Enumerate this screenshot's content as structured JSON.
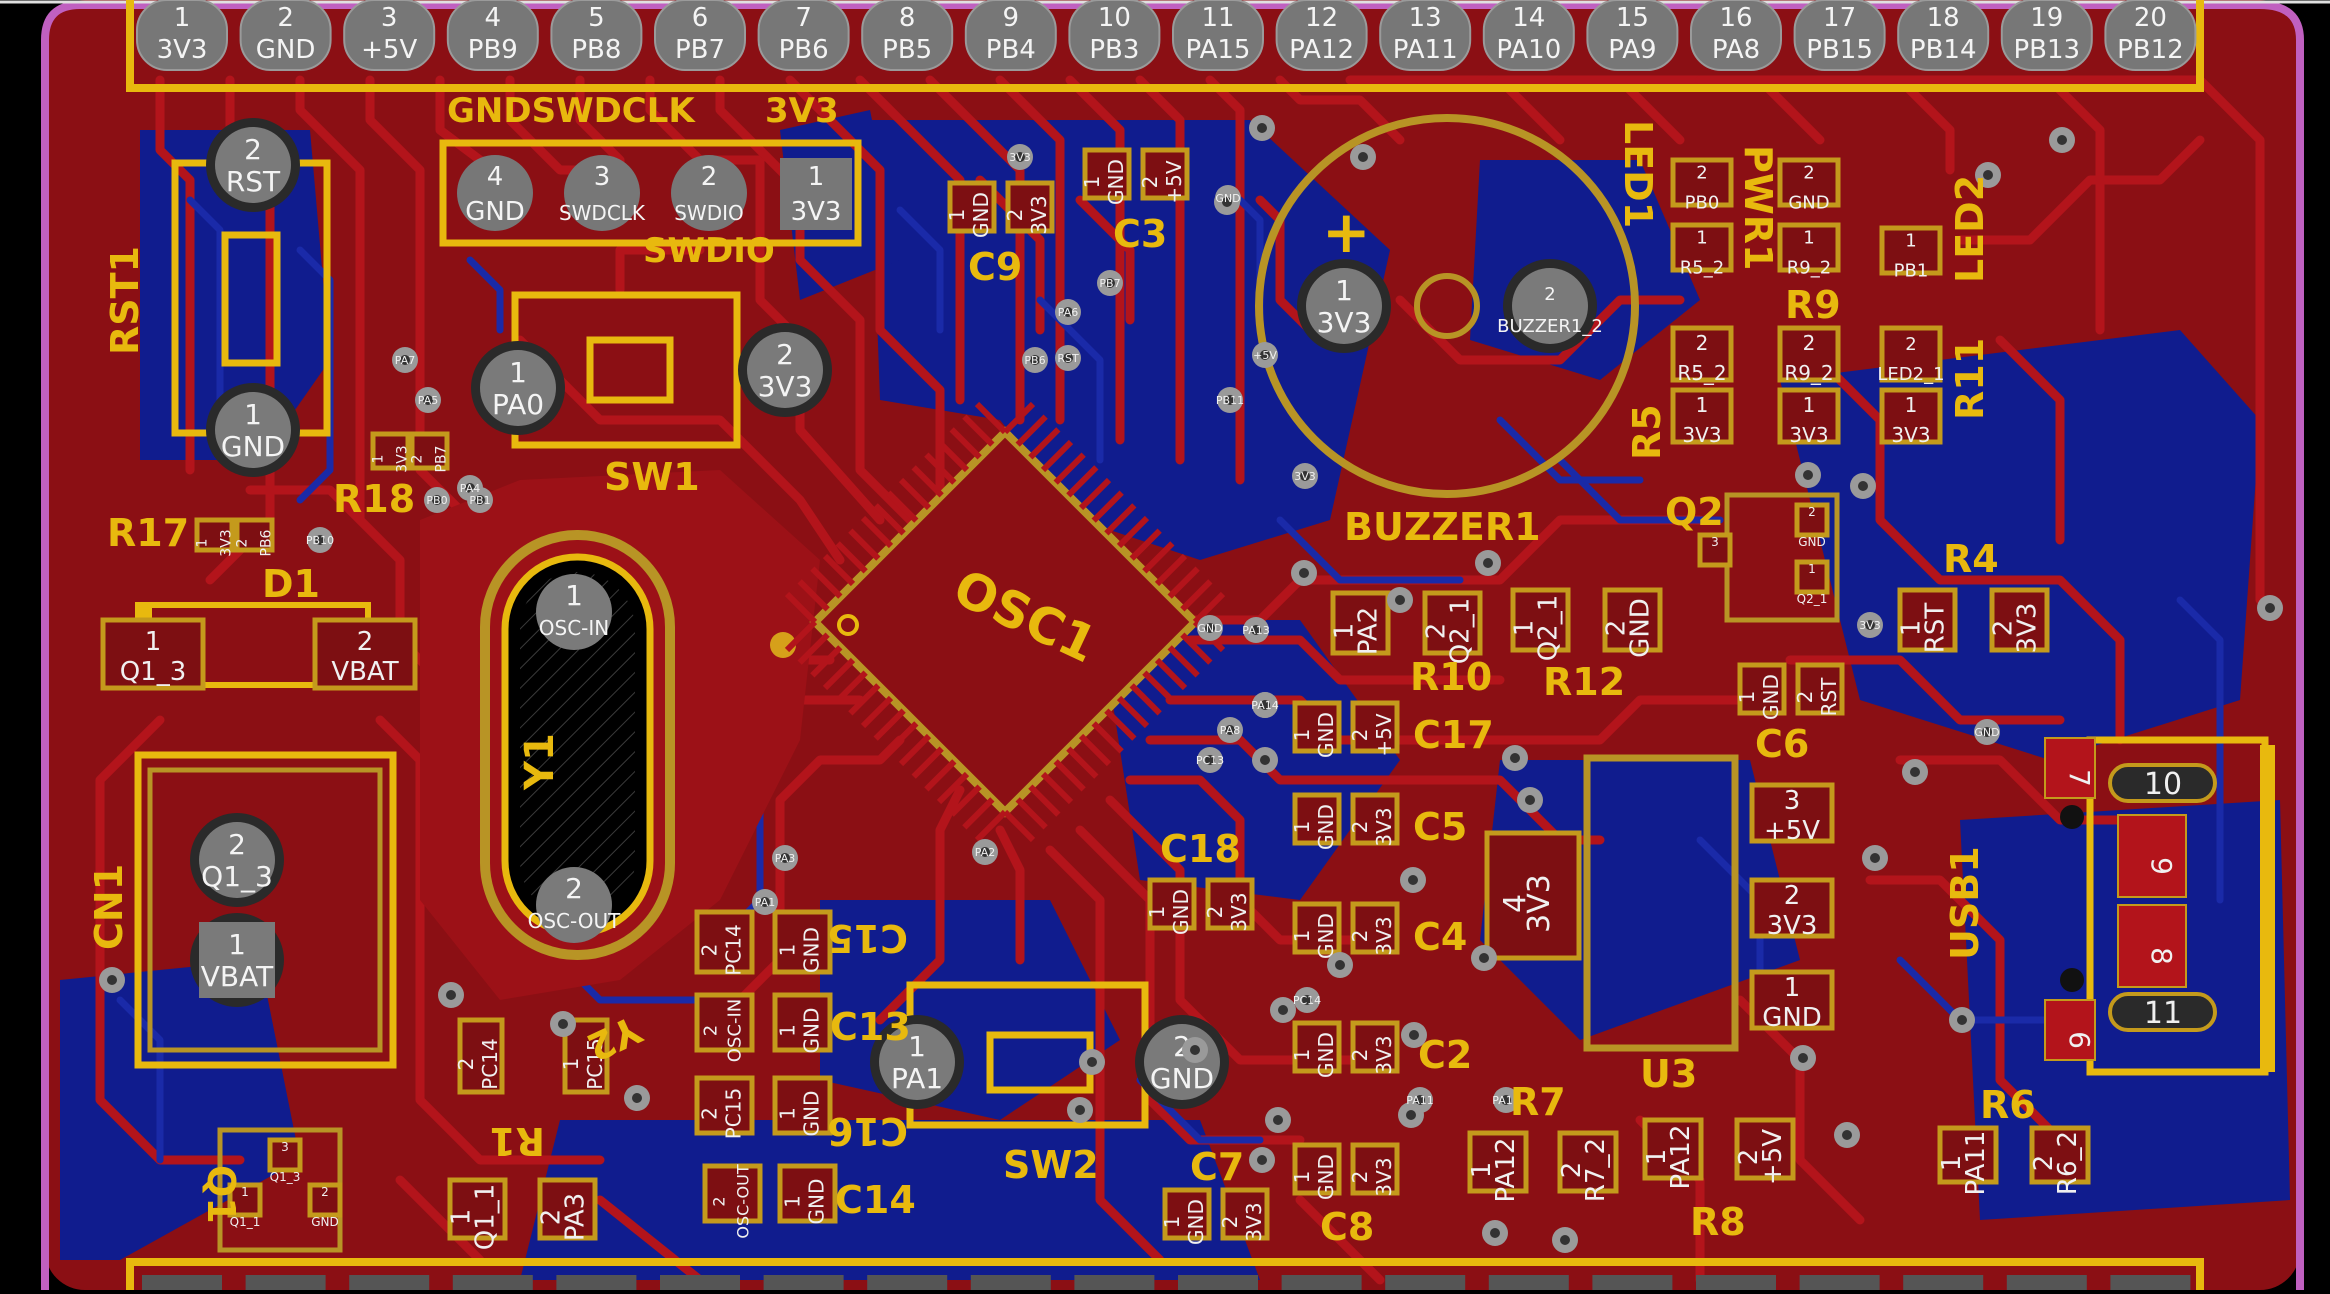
{
  "colors": {
    "background": "#000000",
    "board_fill": "#8b0f14",
    "front_copper": "#b3141b",
    "back_copper": "#101c8e",
    "silkscreen": "#e8b90e",
    "pad_fill": "#7d0f12",
    "pad_outline": "#b89425",
    "tht_pad": "#7a7a7a",
    "outline": "#c060c0"
  },
  "header": {
    "pins": [
      {
        "num": "1",
        "net": "3V3"
      },
      {
        "num": "2",
        "net": "GND"
      },
      {
        "num": "3",
        "net": "+5V"
      },
      {
        "num": "4",
        "net": "PB9"
      },
      {
        "num": "5",
        "net": "PB8"
      },
      {
        "num": "6",
        "net": "PB7"
      },
      {
        "num": "7",
        "net": "PB6"
      },
      {
        "num": "8",
        "net": "PB5"
      },
      {
        "num": "9",
        "net": "PB4"
      },
      {
        "num": "10",
        "net": "PB3"
      },
      {
        "num": "11",
        "net": "PA15"
      },
      {
        "num": "12",
        "net": "PA12"
      },
      {
        "num": "13",
        "net": "PA11"
      },
      {
        "num": "14",
        "net": "PA10"
      },
      {
        "num": "15",
        "net": "PA9"
      },
      {
        "num": "16",
        "net": "PA8"
      },
      {
        "num": "17",
        "net": "PB15"
      },
      {
        "num": "18",
        "net": "PB14"
      },
      {
        "num": "19",
        "net": "PB13"
      },
      {
        "num": "20",
        "net": "PB12"
      }
    ]
  },
  "swd": {
    "silk_top": "GNDSWDCLK",
    "silk_top_right": "3V3",
    "silk_bottom": "SWDIO",
    "pins": [
      {
        "num": "4",
        "net": "GND"
      },
      {
        "num": "3",
        "net": "SWDCLK"
      },
      {
        "num": "2",
        "net": "SWDIO"
      },
      {
        "num": "1",
        "net": "3V3"
      }
    ]
  },
  "refs": {
    "rst1": "RST1",
    "sw1": "SW1",
    "sw2": "SW2",
    "r17": "R17",
    "r18": "R18",
    "d1": "D1",
    "y1": "Y1",
    "y2": "Y2",
    "cn1": "CN1",
    "q1": "Q1",
    "r1": "R1",
    "osc1": "OSC1",
    "c9": "C9",
    "c3": "C3",
    "c17": "C17",
    "c5": "C5",
    "c4": "C4",
    "c18": "C18",
    "c13": "C13",
    "c15": "C15",
    "c16": "C16",
    "c14": "C14",
    "c2": "C2",
    "c7": "C7",
    "c8": "C8",
    "c6": "C6",
    "r10": "R10",
    "r12": "R12",
    "r7": "R7",
    "r8": "R8",
    "r6": "R6",
    "r4": "R4",
    "r5": "R5",
    "r9": "R9",
    "r11": "R11",
    "q2": "Q2",
    "u3": "U3",
    "buzzer1": "BUZZER1",
    "led1": "LED1",
    "led2": "LED2",
    "pwr1": "PWR1",
    "usb1": "USB1"
  },
  "pads": {
    "rst_2": {
      "num": "2",
      "net": "RST"
    },
    "rst_1": {
      "num": "1",
      "net": "GND"
    },
    "sw1_1": {
      "num": "1",
      "net": "PA0"
    },
    "sw1_2": {
      "num": "2",
      "net": "3V3"
    },
    "sw2_1": {
      "num": "1",
      "net": "PA1"
    },
    "sw2_2": {
      "num": "2",
      "net": "GND"
    },
    "d1_1": {
      "num": "1",
      "net": "Q1_3"
    },
    "d1_2": {
      "num": "2",
      "net": "VBAT"
    },
    "cn1_2": {
      "num": "2",
      "net": "Q1_3"
    },
    "cn1_1": {
      "num": "1",
      "net": "VBAT"
    },
    "y1_1": {
      "num": "1",
      "net": "OSC-IN"
    },
    "y1_2": {
      "num": "2",
      "net": "OSC-OUT"
    },
    "buz_1": {
      "num": "1",
      "net": "3V3"
    },
    "buz_2": {
      "num": "2",
      "net": "BUZZER1_2"
    },
    "buz_plus": "+",
    "u3_3": {
      "num": "3",
      "net": "+5V"
    },
    "u3_2": {
      "num": "2",
      "net": "3V3"
    },
    "u3_1": {
      "num": "1",
      "net": "GND"
    },
    "u3_4": {
      "num": "4",
      "net": "3V3"
    },
    "usb_10": "10",
    "usb_9": "9",
    "usb_8": "8",
    "usb_11": "11",
    "usb_7": "7",
    "usb_6": "6",
    "r10_1": {
      "num": "1",
      "net": "PA2"
    },
    "r10_2": {
      "num": "2",
      "net": "Q2_1"
    },
    "r12_1": {
      "num": "1",
      "net": "Q2_1"
    },
    "r12_2": {
      "num": "2",
      "net": "GND"
    },
    "r4_1": {
      "num": "1",
      "net": "RST"
    },
    "r4_2": {
      "num": "2",
      "net": "3V3"
    },
    "r7_1": {
      "num": "1",
      "net": "PA12"
    },
    "r7_2": {
      "num": "2",
      "net": "R7_2"
    },
    "r8_1": {
      "num": "1",
      "net": "PA12"
    },
    "r8_2": {
      "num": "2",
      "net": "+5V"
    },
    "r6_1": {
      "num": "1",
      "net": "PA11"
    },
    "r6_2": {
      "num": "2",
      "net": "R6_2"
    },
    "r1_1": {
      "num": "1",
      "net": "Q1_1"
    },
    "r1_2": {
      "num": "2",
      "net": "PA3"
    },
    "r5_1": {
      "num": "1",
      "net": "3V3"
    },
    "r5_2": {
      "num": "2",
      "net": "R5_2"
    },
    "r9_1": {
      "num": "1",
      "net": "3V3"
    },
    "r9_2": {
      "num": "2",
      "net": "R9_2"
    },
    "r11_1": {
      "num": "1",
      "net": "3V3"
    },
    "r11_2": {
      "num": "2",
      "net": "LED2_1"
    },
    "led1_a": {
      "num": "2",
      "net": "PB0"
    },
    "led1_b": {
      "num": "1",
      "net": "R5_2"
    },
    "pwr_a": {
      "num": "2",
      "net": "GND"
    },
    "pwr_b": {
      "num": "1",
      "net": "R9_2"
    },
    "led2_a": {
      "num": "1",
      "net": "PB1"
    },
    "c9_1": {
      "num": "1",
      "net": "GND"
    },
    "c9_2": {
      "num": "2",
      "net": "3V3"
    },
    "c3_1": {
      "num": "1",
      "net": "GND"
    },
    "c3_2": {
      "num": "2",
      "net": "+5V"
    },
    "c17_1": {
      "num": "1",
      "net": "GND"
    },
    "c17_2": {
      "num": "2",
      "net": "+5V"
    },
    "c5_1": {
      "num": "1",
      "net": "GND"
    },
    "c5_2": {
      "num": "2",
      "net": "3V3"
    },
    "c4_1": {
      "num": "1",
      "net": "GND"
    },
    "c4_2": {
      "num": "2",
      "net": "3V3"
    },
    "c18_1": {
      "num": "1",
      "net": "GND"
    },
    "c18_2": {
      "num": "2",
      "net": "3V3"
    },
    "c2_1": {
      "num": "1",
      "net": "GND"
    },
    "c2_2": {
      "num": "2",
      "net": "3V3"
    },
    "c8_1": {
      "num": "1",
      "net": "GND"
    },
    "c8_2": {
      "num": "2",
      "net": "3V3"
    },
    "c7_1": {
      "num": "1",
      "net": "GND"
    },
    "c7_2": {
      "num": "2",
      "net": "3V3"
    },
    "c6_1": {
      "num": "1",
      "net": "GND"
    },
    "c6_2": {
      "num": "2",
      "net": "RST"
    },
    "c15_1": {
      "num": "1",
      "net": "GND"
    },
    "c15_2": {
      "num": "2",
      "net": "PC14"
    },
    "c13_1": {
      "num": "1",
      "net": "GND"
    },
    "c13_2": {
      "num": "2",
      "net": "OSC-IN"
    },
    "c16_1": {
      "num": "1",
      "net": "GND"
    },
    "c16_2": {
      "num": "2",
      "net": "PC15"
    },
    "c14_1": {
      "num": "1",
      "net": "GND"
    },
    "c14_2": {
      "num": "2",
      "net": "OSC-OUT"
    },
    "y2_1": {
      "num": "1",
      "net": "PC15"
    },
    "y2_2": {
      "num": "2",
      "net": "PC14"
    },
    "r18_1": {
      "num": "1",
      "net": "3V3"
    },
    "r18_2": {
      "num": "2",
      "net": "PB7"
    },
    "r17_1": {
      "num": "1",
      "net": "3V3"
    },
    "r17_2": {
      "num": "2",
      "net": "PB6"
    },
    "q2_1": {
      "num": "1",
      "net": "Q2_1"
    },
    "q2_2": {
      "num": "2",
      "net": "GND"
    },
    "q2_3": {
      "num": "3",
      "net": ""
    },
    "q1_1": {
      "num": "1",
      "net": "Q1_1"
    },
    "q1_2": {
      "num": "2",
      "net": "GND"
    },
    "q1_3": {
      "num": "3",
      "net": "Q1_3"
    }
  },
  "via_labels": [
    "3V3",
    "GND",
    "PB7",
    "PB6",
    "RST",
    "PA6",
    "PA7",
    "PA5",
    "PA4",
    "PB0",
    "PB1",
    "PB10",
    "PB11",
    "+5V",
    "3V3",
    "GND",
    "PA13",
    "PA14",
    "PA8",
    "PC13",
    "PC14",
    "PA2",
    "PA3",
    "PA1",
    "PA11",
    "PA12",
    "3V3",
    "GND"
  ]
}
